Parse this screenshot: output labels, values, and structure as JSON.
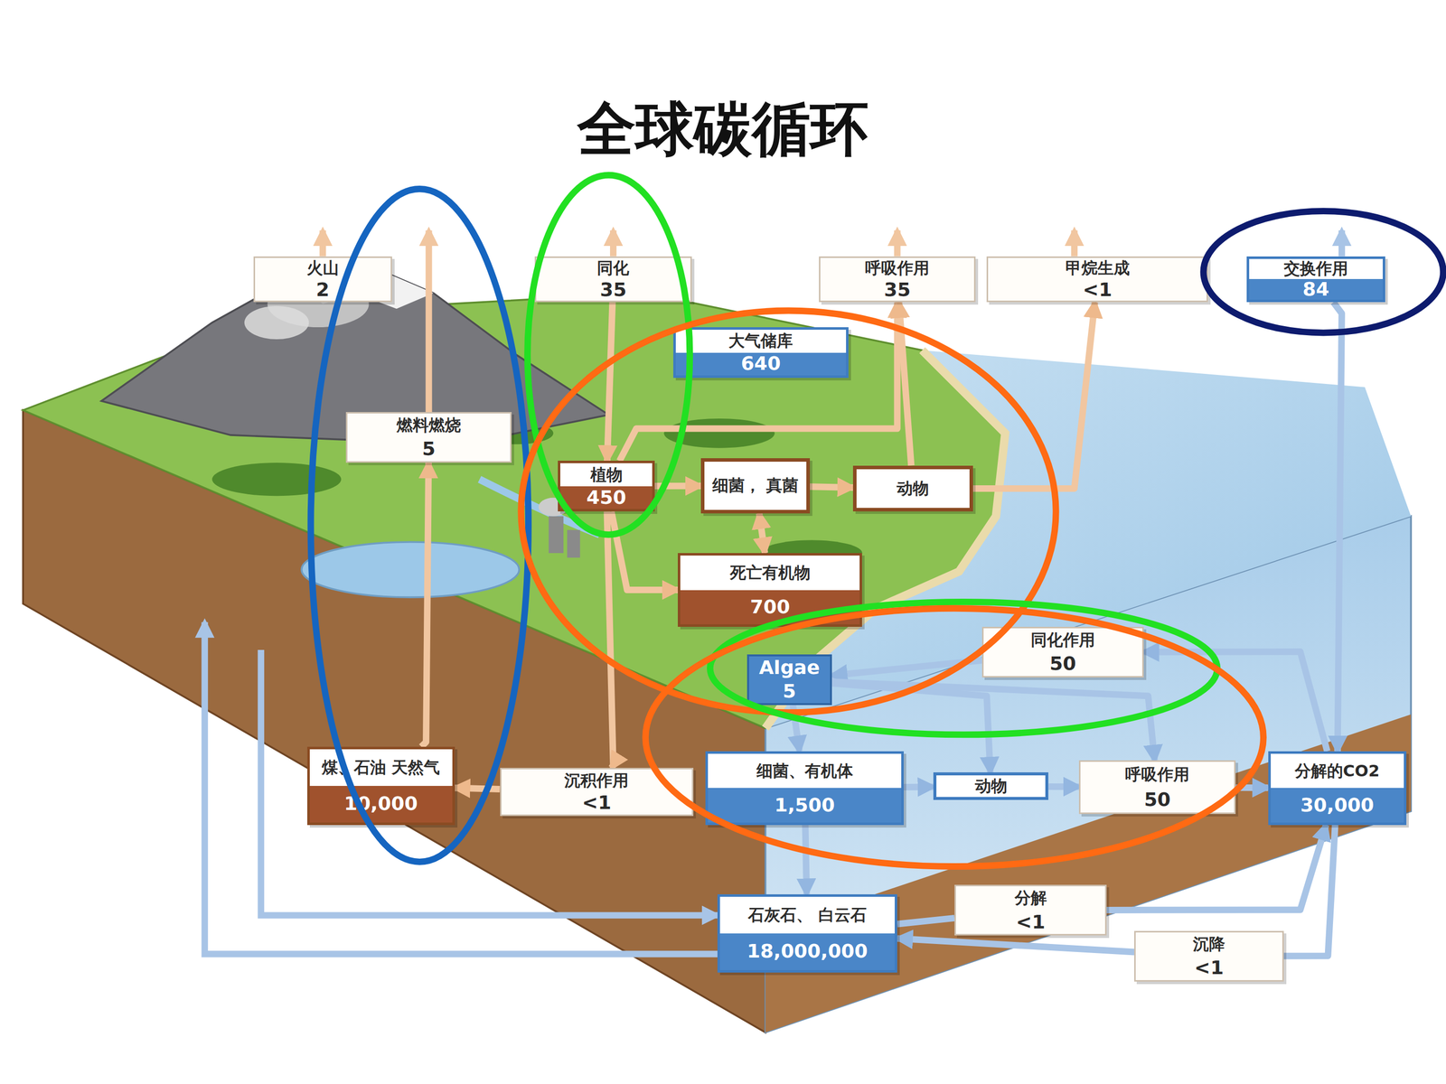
{
  "diagram": {
    "title": "全球碳循环",
    "nodes": [
      {
        "text": [
          "火山",
          "2"
        ]
      },
      {
        "text": [
          "燃料燃烧",
          "5"
        ]
      },
      {
        "text": [
          "同化",
          "35"
        ]
      },
      {
        "text": [
          "呼吸作用",
          "35"
        ]
      },
      {
        "text": [
          "甲烷生成",
          "<1"
        ]
      },
      {
        "text": [
          "交换作用",
          "84"
        ]
      },
      {
        "text": [
          "大气储库",
          "640"
        ]
      },
      {
        "text": [
          "植物",
          "450"
        ]
      },
      {
        "text": [
          "细菌， 真菌"
        ]
      },
      {
        "text": [
          "动物"
        ]
      },
      {
        "text": [
          "死亡有机物",
          "700"
        ]
      },
      {
        "text": [
          "同化作用",
          "50"
        ]
      },
      {
        "text": [
          "Algae",
          "5"
        ]
      },
      {
        "text": [
          "煤、石油 天然气",
          "10,000"
        ]
      },
      {
        "text": [
          "沉积作用",
          "<1"
        ]
      },
      {
        "text": [
          "细菌、有机体",
          "1,500"
        ]
      },
      {
        "text": [
          "动物"
        ]
      },
      {
        "text": [
          "呼吸作用",
          "50"
        ]
      },
      {
        "text": [
          "分解的CO2",
          "30,000"
        ]
      },
      {
        "text": [
          "石灰石、 白云石",
          "18,000,000"
        ]
      },
      {
        "text": [
          "分解",
          "<1"
        ]
      },
      {
        "text": [
          "沉降",
          "<1"
        ]
      }
    ],
    "edges": [
      {
        "from": 13,
        "to": 1,
        "arrow": "to"
      },
      {
        "from": 2,
        "to": 7,
        "arrow": "to"
      },
      {
        "from": 7,
        "to": 8,
        "arrow": "to"
      },
      {
        "from": 8,
        "to": 9,
        "arrow": "to"
      },
      {
        "from": 8,
        "to": 10,
        "arrow": "both"
      },
      {
        "from": 7,
        "to": 3,
        "arrow": "to"
      },
      {
        "from": 9,
        "to": 3,
        "arrow": "to"
      },
      {
        "from": 9,
        "to": 4,
        "arrow": "to"
      },
      {
        "from": 7,
        "to": 10,
        "arrow": "to"
      },
      {
        "from": 7,
        "to": 14,
        "arrow": "to"
      },
      {
        "from": 14,
        "to": 13,
        "arrow": "to"
      },
      {
        "from": 11,
        "to": 12,
        "arrow": "to"
      },
      {
        "from": 18,
        "to": 11,
        "arrow": "to"
      },
      {
        "from": 12,
        "to": 15,
        "arrow": "to"
      },
      {
        "from": 12,
        "to": 16,
        "arrow": "to"
      },
      {
        "from": 12,
        "to": 17,
        "arrow": "to"
      },
      {
        "from": 15,
        "to": 16,
        "arrow": "to"
      },
      {
        "from": 16,
        "to": 17,
        "arrow": "to"
      },
      {
        "from": 17,
        "to": 18,
        "arrow": "to"
      },
      {
        "from": 5,
        "to": 18,
        "arrow": "to"
      },
      {
        "from": 15,
        "to": 19,
        "arrow": "to"
      },
      {
        "from": 19,
        "to": 20,
        "arrow": "none"
      },
      {
        "from": 20,
        "to": 18,
        "arrow": "to"
      },
      {
        "from": 18,
        "to": 21,
        "arrow": "none"
      },
      {
        "from": 21,
        "to": 19,
        "arrow": "to"
      }
    ]
  }
}
